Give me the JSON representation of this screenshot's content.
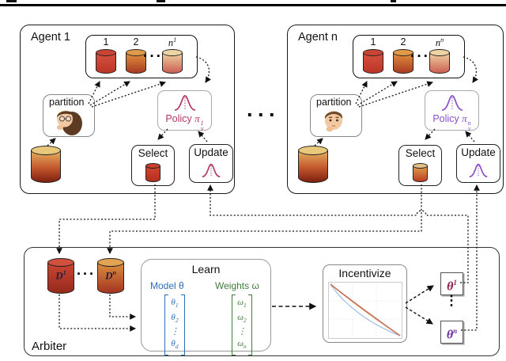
{
  "agents": [
    {
      "title": "Agent 1",
      "accent": "#b23768",
      "partition_ids": [
        {
          "base": "1"
        },
        {
          "base": "2"
        },
        {
          "base": "n",
          "sup": "1"
        }
      ],
      "group_ellipsis": "···",
      "partition_label": "partition",
      "partition_icon": "woman-thinking-face",
      "database_icon": "database-cylinder",
      "policy": {
        "label": "Policy",
        "pi": "π",
        "sup": "1",
        "sub": "ν"
      },
      "policy_icon": "bell-curve",
      "select_label": "Select",
      "update_label": "Update"
    },
    {
      "title": "Agent n",
      "accent": "#8a4fc8",
      "partition_ids": [
        {
          "base": "1"
        },
        {
          "base": "2"
        },
        {
          "base": "n",
          "sup": "n"
        }
      ],
      "group_ellipsis": "···",
      "partition_label": "partition",
      "partition_icon": "boy-thinking-face",
      "database_icon": "database-cylinder",
      "policy": {
        "label": "Policy",
        "pi": "π",
        "sup": "n",
        "sub": "ν"
      },
      "policy_icon": "bell-curve",
      "select_label": "Select",
      "update_label": "Update"
    }
  ],
  "between_agents_ellipsis": "···",
  "arbiter": {
    "title": "Arbiter",
    "datasets": [
      {
        "base": "D",
        "sup": "1"
      },
      {
        "base": "D",
        "sup": "n"
      }
    ],
    "datasets_ellipsis": "···",
    "learn": {
      "title": "Learn",
      "model_label": "Model θ",
      "model_color": "#2e6db4",
      "weights_label": "Weights ω",
      "weights_color": "#3f7d3b",
      "model_vector": [
        {
          "base": "θ",
          "sub": "1"
        },
        {
          "base": "θ",
          "sub": "2"
        },
        {
          "base": "⋮"
        },
        {
          "base": "θ",
          "sub": "d"
        }
      ],
      "weights_vector": [
        {
          "base": "ω",
          "sub": "1"
        },
        {
          "base": "ω",
          "sub": "2"
        },
        {
          "base": "⋮"
        },
        {
          "base": "ω",
          "sub": "n"
        }
      ]
    },
    "incentivize": {
      "title": "Incentivize",
      "chart_icon": "decreasing-reward-curves",
      "curve_colors": [
        "#9fc1e4",
        "#e5a569",
        "#d9b98a",
        "#c0604a"
      ]
    },
    "outputs": [
      {
        "base": "θ",
        "sup": "1",
        "color": "#8b2050"
      },
      {
        "base": "θ",
        "sup": "n",
        "color": "#6d2fa0"
      }
    ],
    "outputs_ellipsis": "⋮"
  }
}
